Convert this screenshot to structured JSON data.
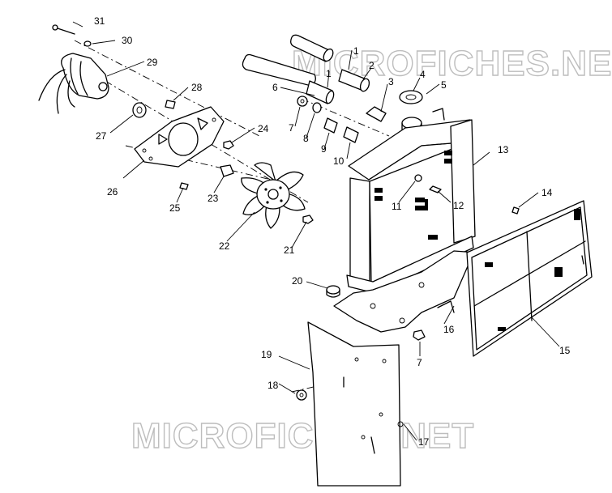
{
  "watermark": "MICROFICHES.NET",
  "callouts": [
    "1",
    "1",
    "2",
    "3",
    "4",
    "5",
    "6",
    "7",
    "8",
    "9",
    "10",
    "11",
    "12",
    "13",
    "14",
    "15",
    "16",
    "17",
    "18",
    "19",
    "20",
    "21",
    "22",
    "23",
    "24",
    "25",
    "26",
    "27",
    "28",
    "29",
    "30",
    "31",
    "7"
  ]
}
